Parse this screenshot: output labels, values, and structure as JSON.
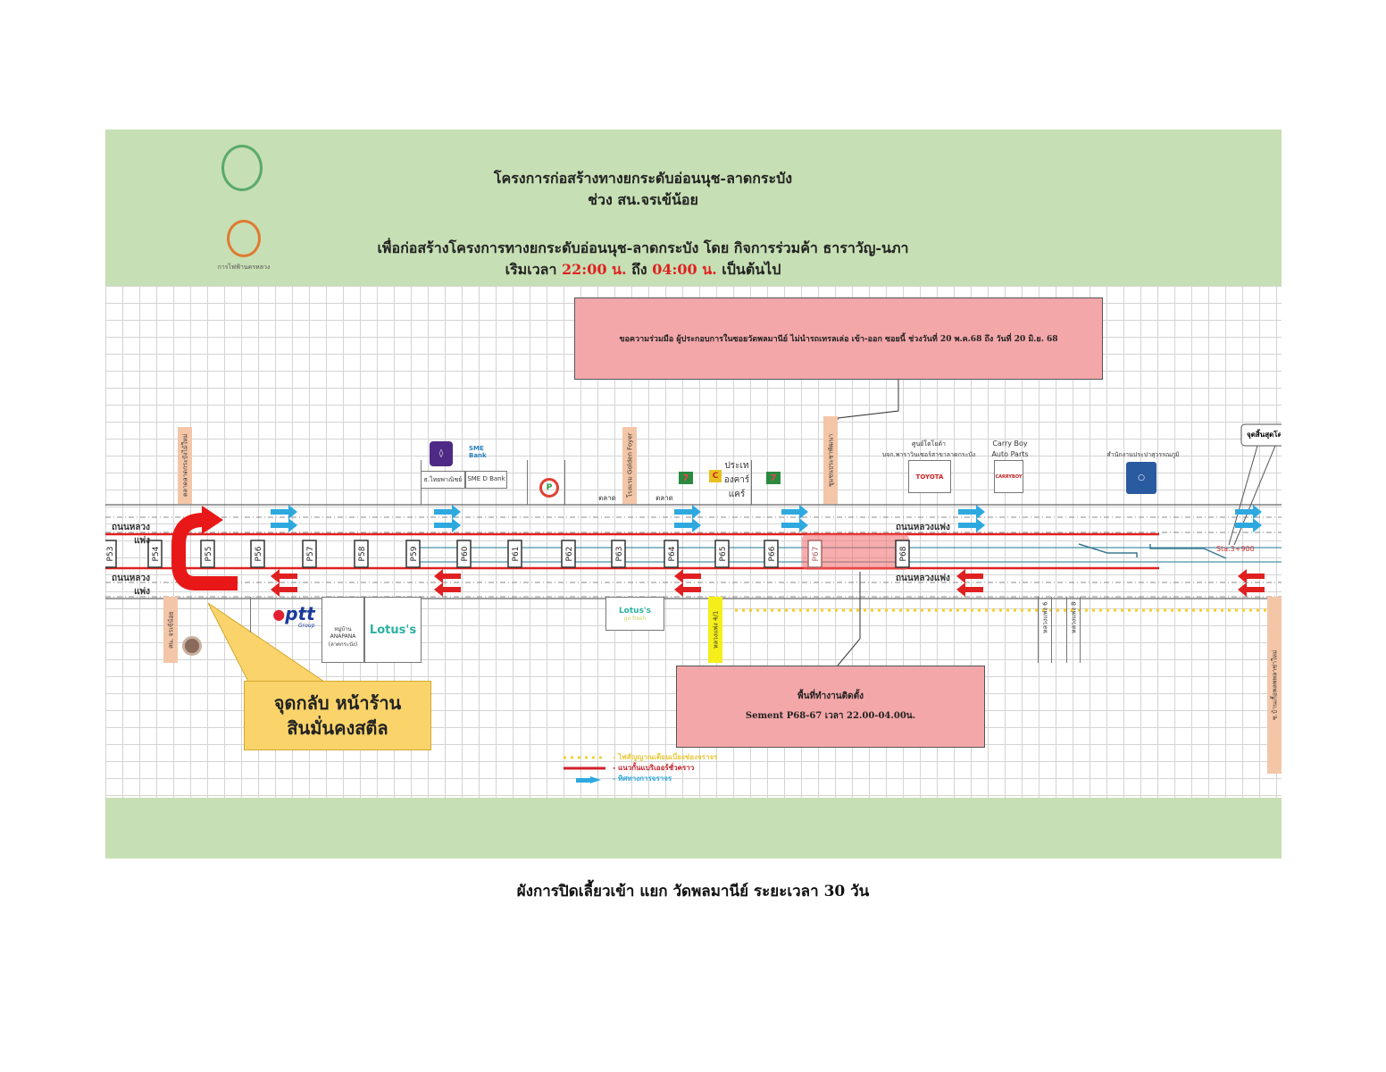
{
  "header": {
    "title_line1": "โครงการก่อสร้างทางยกระดับอ่อนนุช-ลาดกระบัง",
    "title_line2": "ช่วง สน.จรเข้น้อย",
    "subtitle_prefix": "เพื่อก่อสร้างโครงการทางยกระดับอ่อนนุช-ลาดกระบัง โดย กิจการร่วมค้า ธาราวัญ-นภา",
    "time_prefix": "เริมเวลา ",
    "time_start": "22:00 น.",
    "time_mid": " ถึง ",
    "time_end": "04:00 น.",
    "time_suffix": " เป็นต้นไป",
    "logo_bma": "กรุงเทพมหานคร seal",
    "logo_mea_text": "การไฟฟ้านครหลวง"
  },
  "notice_top": "ขอความร่วมมือ ผู้ประกอบการในซอยวัดพลมานีย์ ไม่นำรถเทรลเล่อ เข้า-ออก ซอยนี้ ช่วงวันที่ 20 พ.ค.68 ถึง วันที่ 20 มิ.ย. 68",
  "notice_work": {
    "line1": "พื้นที่ทำงานติดตั้ง",
    "line2": "Sement P68-67 เวลา 22.00-04.00น."
  },
  "callout_uturn": {
    "line1": "จุดกลับ หน้าร้าน",
    "line2": "สินมั่นคงสตีล"
  },
  "callout_end": "จุดสิ้นสุดโค",
  "station": "Sta.3+900",
  "road_name": "ถนนหลวงแพ่ง",
  "poles": [
    "P53",
    "P54",
    "P55",
    "P56",
    "P57",
    "P58",
    "P59",
    "P60",
    "P61",
    "P62",
    "P63",
    "P64",
    "P65",
    "P66",
    "P67",
    "P68"
  ],
  "landmarks_north": {
    "market_lane": "ตลาดลาดกระบังไม้ใหม่",
    "scb": "ธ.ไทยพาณิชย์",
    "sme_logo": "SME Bank",
    "sme": "SME D Bank",
    "market1": "ตลาด",
    "golden_foyer": "โรงแรม Golden Foyer",
    "market2": "ตลาด",
    "carcare": "ประเทองคาร์แคร์",
    "community": "ชุมชนประชาพัฒนา",
    "toyota_title": "ศูนย์โตโยต้า",
    "toyota_sub": "บจก.พาราวินเซอร์สาขาลาดกระบัง",
    "toyota_logo": "TOYOTA",
    "carryboy_title": "Carry Boy",
    "carryboy_sub": "Auto Parts",
    "carryboy_logo": "CARRYBOY",
    "waterworks": "สำนักงานประปาสุวรรณภูมิ"
  },
  "landmarks_south": {
    "police": "สน. จรเข้น้อย",
    "ptt": "ptt",
    "ptt_sub": "Group",
    "village": "หมู่บ้าน ANAPANA (ลาดกระบัง)",
    "lotus": "Lotus's",
    "lotus_gofresh": "Lotus's",
    "gofresh": "go fresh",
    "soi_4_1": "หลวงแพ่ง 4/1",
    "soi_6": "หลวงแพ่ง 6",
    "soi_8": "หลวงแพ่ง 8",
    "soi_right": "ซ.บ้านเกื้อพลพพลาซ่าใหม่"
  },
  "legend": [
    {
      "label": "ไฟสัญญาณเตือนเบี่ยงช่องจราจร",
      "color": "#f2d23a"
    },
    {
      "label": "แนวกั้นแบริเออร์ชั่วคราว",
      "color": "#d0202a"
    },
    {
      "label": "ทิศทางการจราจร",
      "color": "#2ea9e0"
    }
  ],
  "caption": "ผังการปิดเลี้ยวเข้า แยก วัดพลมานีย์  ระยะเวลา 30 วัน",
  "colors": {
    "header_bg": "#c6dfb4",
    "notice_bg": "#f4a7a9",
    "barrier": "#e02020",
    "flow_arrow": "#2ea9e0",
    "callout": "#fad46a"
  }
}
